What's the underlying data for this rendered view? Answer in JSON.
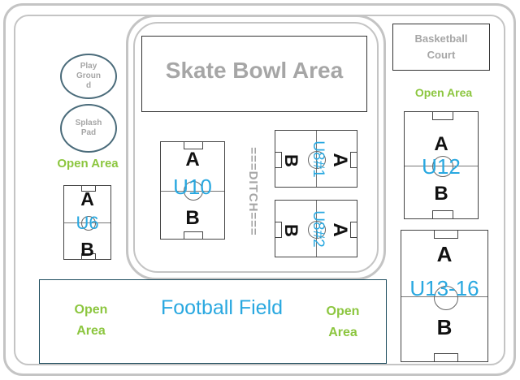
{
  "areas": {
    "skate_bowl": "Skate Bowl Area",
    "basketball_line1": "Basketball",
    "basketball_line2": "Court",
    "playground_l1": "Play",
    "playground_l2": "Groun",
    "playground_l3": "d",
    "splash_l1": "Splash",
    "splash_l2": "Pad",
    "open_left": "Open Area",
    "open_right_top": "Open Area",
    "open_bottom_left_l1": "Open",
    "open_bottom_left_l2": "Area",
    "open_bottom_right_l1": "Open",
    "open_bottom_right_l2": "Area",
    "football": "Football Field",
    "ditch": "===DITCH==="
  },
  "fields": {
    "u10": {
      "label": "U10",
      "a": "A",
      "b": "B"
    },
    "u6": {
      "label": "U6",
      "a": "A",
      "b": "B"
    },
    "u8_1": {
      "label": "U8#1",
      "a": "A",
      "b": "B"
    },
    "u8_2": {
      "label": "U8#2",
      "a": "A",
      "b": "B"
    },
    "u12": {
      "label": "U12",
      "a": "A",
      "b": "B"
    },
    "u13_16": {
      "label": "U13-16",
      "a": "A",
      "b": "B"
    }
  },
  "colors": {
    "field_label": "#29a8e0",
    "open_area": "#8cc63f",
    "area_label": "#a6a6a6",
    "border": "#c4c4c4"
  }
}
